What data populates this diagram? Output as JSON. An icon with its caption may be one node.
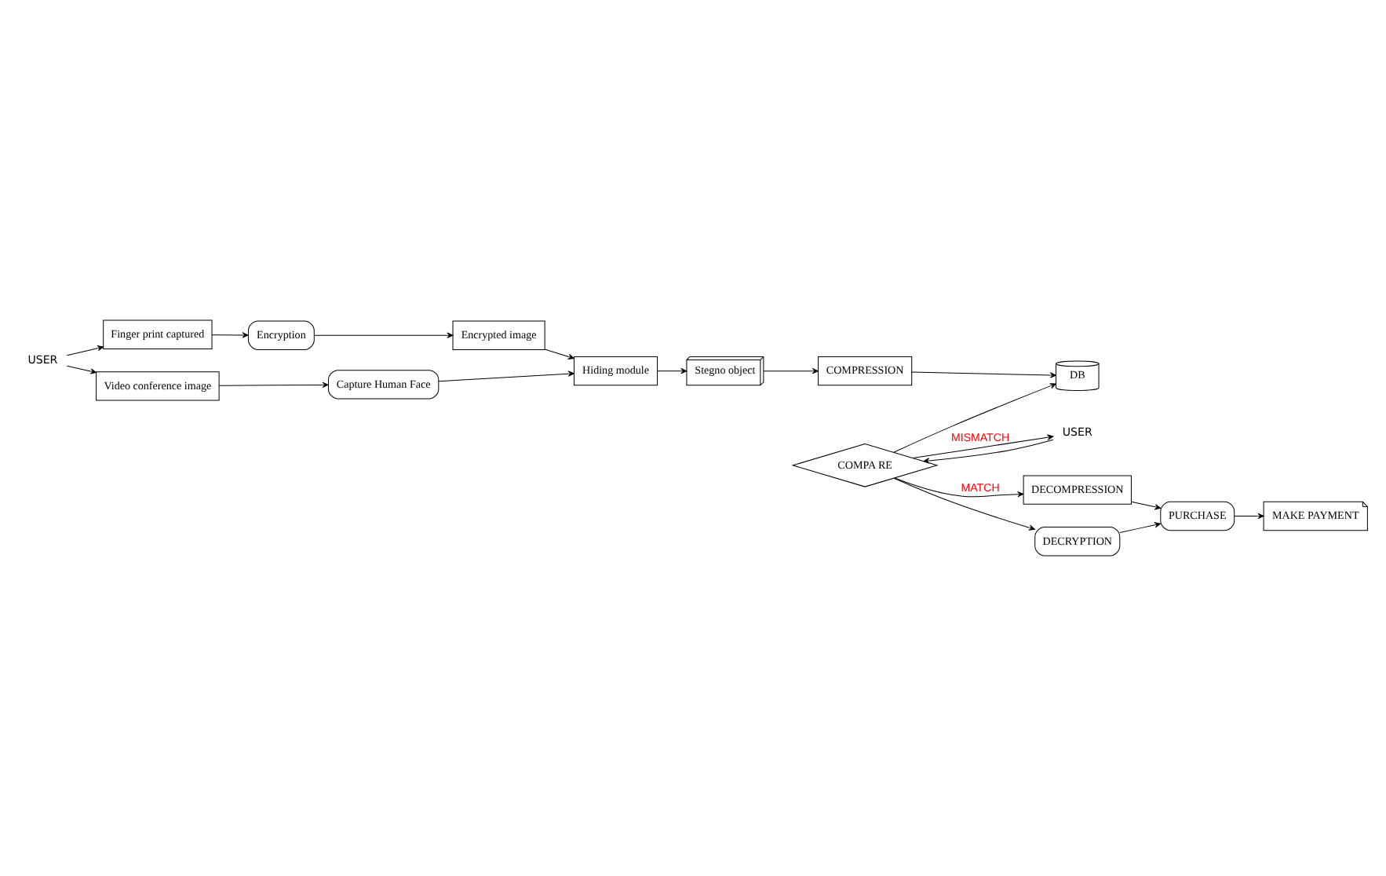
{
  "diagram": {
    "nodes": [
      {
        "text": [
          "USER"
        ]
      },
      {
        "text": [
          "Finger print captured"
        ]
      },
      {
        "text": [
          "Encryption"
        ]
      },
      {
        "text": [
          "Encrypted image"
        ]
      },
      {
        "text": [
          "Video conference image"
        ]
      },
      {
        "text": [
          "Capture Human Face"
        ]
      },
      {
        "text": [
          "Hiding module"
        ]
      },
      {
        "text": [
          "Stegno object"
        ]
      },
      {
        "text": [
          "COMPRESSION"
        ]
      },
      {
        "text": [
          "DB"
        ]
      },
      {
        "text": [
          "COMPA RE"
        ]
      },
      {
        "text": [
          "USER"
        ]
      },
      {
        "text": [
          "DECOMPRESSION"
        ]
      },
      {
        "text": [
          "DECRYPTION"
        ]
      },
      {
        "text": [
          "PURCHASE"
        ]
      },
      {
        "text": [
          "MAKE PAYMENT"
        ]
      }
    ],
    "edges": [
      {
        "from": 0,
        "to": 1,
        "arrow": "to"
      },
      {
        "from": 0,
        "to": 4,
        "arrow": "to"
      },
      {
        "from": 1,
        "to": 2,
        "arrow": "to"
      },
      {
        "from": 2,
        "to": 3,
        "arrow": "to"
      },
      {
        "from": 3,
        "to": 6,
        "arrow": "to"
      },
      {
        "from": 4,
        "to": 5,
        "arrow": "to"
      },
      {
        "from": 5,
        "to": 6,
        "arrow": "to"
      },
      {
        "from": 6,
        "to": 7,
        "arrow": "to"
      },
      {
        "from": 7,
        "to": 8,
        "arrow": "to"
      },
      {
        "from": 8,
        "to": 9,
        "arrow": "to"
      },
      {
        "from": 10,
        "to": 9,
        "arrow": "to"
      },
      {
        "from": 11,
        "to": 10,
        "arrow": "to"
      },
      {
        "from": 10,
        "to": 11,
        "arrow": "to",
        "label": "MISMATCH"
      },
      {
        "from": 10,
        "to": 12,
        "arrow": "to",
        "label": "MATCH"
      },
      {
        "from": 10,
        "to": 13,
        "arrow": "to"
      },
      {
        "from": 12,
        "to": 14,
        "arrow": "to"
      },
      {
        "from": 13,
        "to": 14,
        "arrow": "to"
      },
      {
        "from": 14,
        "to": 15,
        "arrow": "to"
      }
    ]
  }
}
